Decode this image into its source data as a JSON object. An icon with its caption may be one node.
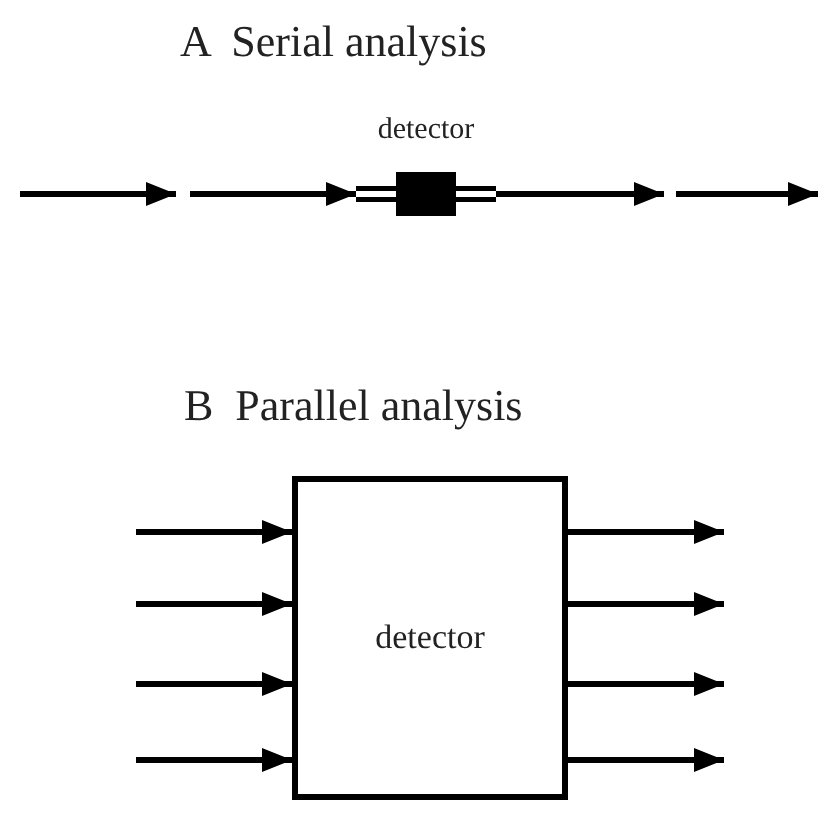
{
  "diagram": {
    "nodes": [
      {
        "text": [
          "detector"
        ]
      },
      {
        "text": [
          "detector"
        ]
      }
    ],
    "edges": [
      {
        "from": null,
        "to": 0,
        "arrow": "to"
      },
      {
        "from": 0,
        "to": null,
        "arrow": "to"
      },
      {
        "from": null,
        "to": 1,
        "arrow": "to"
      },
      {
        "from": null,
        "to": 1,
        "arrow": "to"
      },
      {
        "from": null,
        "to": 1,
        "arrow": "to"
      },
      {
        "from": null,
        "to": 1,
        "arrow": "to"
      },
      {
        "from": 1,
        "to": null,
        "arrow": "to"
      },
      {
        "from": 1,
        "to": null,
        "arrow": "to"
      },
      {
        "from": 1,
        "to": null,
        "arrow": "to"
      },
      {
        "from": 1,
        "to": null,
        "arrow": "to"
      }
    ],
    "labels": [
      "A  Serial analysis",
      "B  Parallel analysis"
    ]
  }
}
